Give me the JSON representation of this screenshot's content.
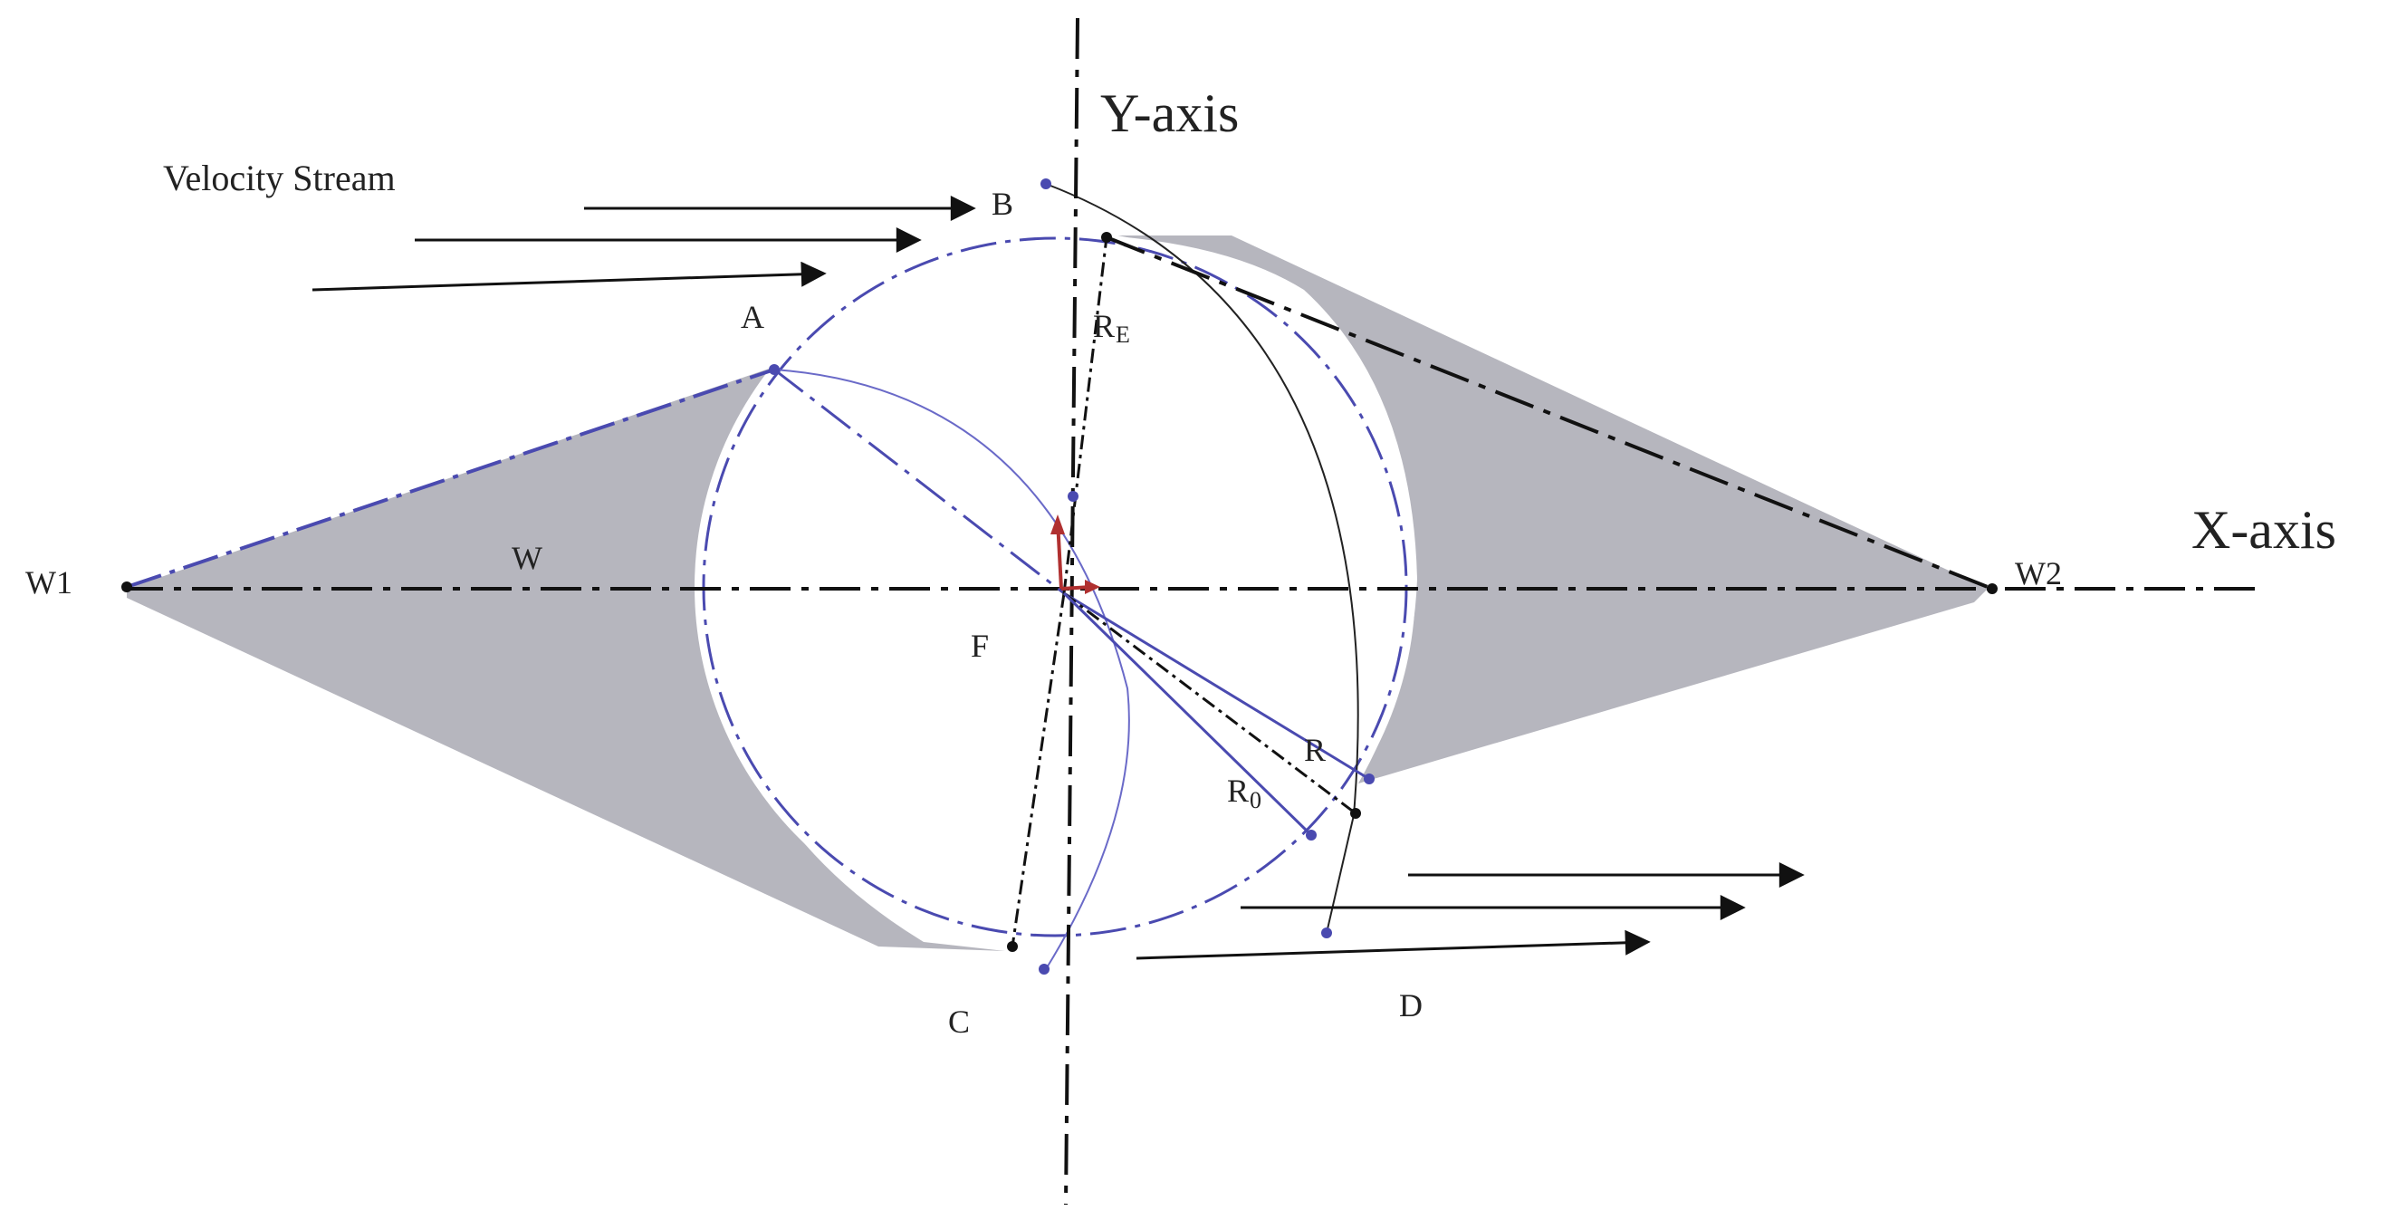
{
  "labels": {
    "y_axis": "Y-axis",
    "x_axis": "X-axis",
    "velocity_stream": "Velocity Stream",
    "point_a": "A",
    "point_b": "B",
    "point_c": "C",
    "point_d": "D",
    "point_f": "F",
    "point_w": "W",
    "point_w1": "W1",
    "point_w2": "W2",
    "radius_r": "R",
    "radius_r0_main": "R",
    "radius_r0_sub": "0",
    "radius_re_main": "R",
    "radius_re_sub": "E"
  },
  "colors": {
    "shape_fill": "#b6b6be",
    "circle_blue": "#4a4ab0",
    "axis_black": "#111111",
    "vector_red": "#b03030"
  }
}
